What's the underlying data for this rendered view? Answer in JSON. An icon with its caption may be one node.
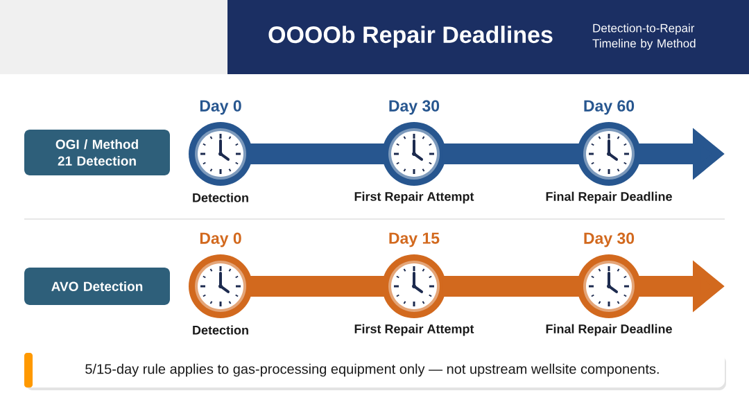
{
  "diagram": {
    "title": "OOOOb Repair Deadlines",
    "nodes": [
      {
        "text": [
          "OGI / Method 21 Detection"
        ]
      },
      {
        "text": [
          "Day 0"
        ],
        "beside": [
          "Detection"
        ]
      },
      {
        "text": [
          "Day 30"
        ],
        "beside": [
          "First Repair Attempt"
        ]
      },
      {
        "text": [
          "Day 60"
        ],
        "beside": [
          "Final Repair Deadline"
        ]
      },
      {
        "text": [
          "AVO Detection"
        ]
      },
      {
        "text": [
          "Day 0"
        ],
        "beside": [
          "Detection"
        ]
      },
      {
        "text": [
          "Day 15"
        ],
        "beside": [
          "First Repair Attempt"
        ]
      },
      {
        "text": [
          "Day 30"
        ],
        "beside": [
          "Final Repair Deadline"
        ]
      }
    ],
    "edges": [
      {
        "from": 1,
        "to": 2,
        "arrow": "none",
        "color": "#27568f"
      },
      {
        "from": 2,
        "to": 3,
        "arrow": "none",
        "color": "#27568f"
      },
      {
        "from": 3,
        "to": null,
        "arrow": "to",
        "color": "#27568f"
      },
      {
        "from": 5,
        "to": 6,
        "arrow": "none",
        "color": "#d2691e"
      },
      {
        "from": 6,
        "to": 7,
        "arrow": "none",
        "color": "#d2691e"
      },
      {
        "from": 7,
        "to": null,
        "arrow": "to",
        "color": "#d2691e"
      }
    ],
    "labels": [
      "Detection-to-Repair Timeline by Method",
      "5/15-day rule applies to gas-processing equipment only — not upstream wellsite components."
    ]
  }
}
